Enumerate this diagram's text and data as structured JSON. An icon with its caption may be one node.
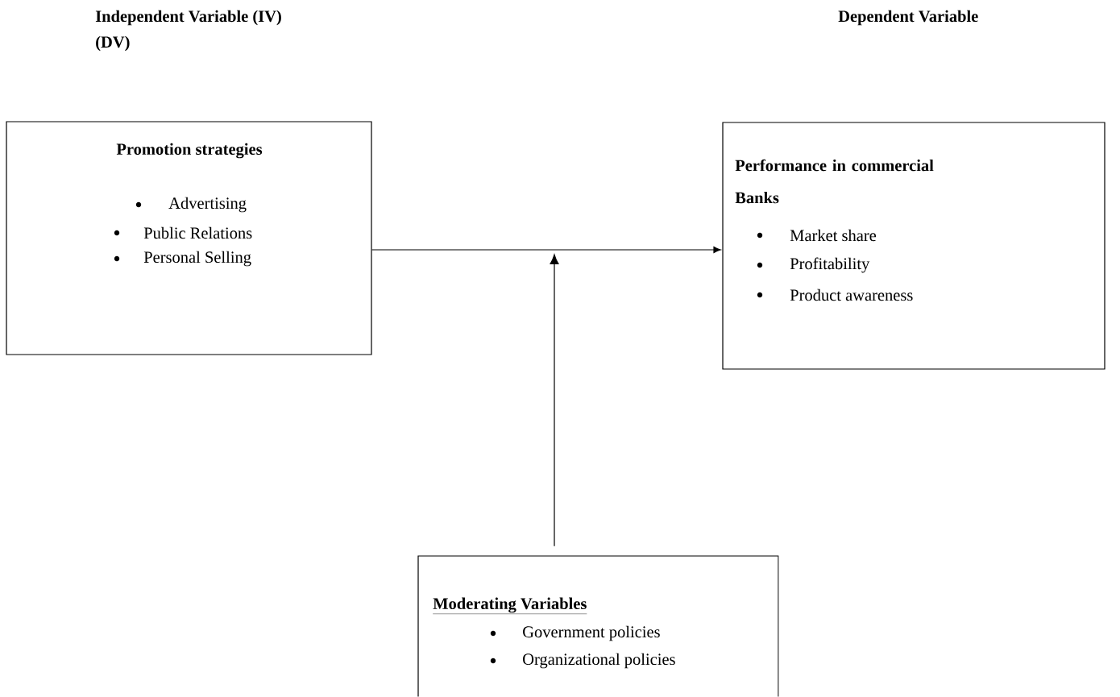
{
  "diagram": {
    "nodes": [
      {
        "text": [
          "Promotion strategies",
          "Advertising",
          "Public Relations",
          "Personal Selling"
        ]
      },
      {
        "text": [
          "Performance in commercial Banks",
          "Market share",
          "Profitability",
          "Product awareness"
        ]
      },
      {
        "text": [
          "Moderating Variables",
          "Government policies",
          "Organizational policies"
        ]
      }
    ],
    "edges": [
      {
        "from": 0,
        "to": 1,
        "arrow": "to"
      },
      {
        "from": 2,
        "to": null,
        "arrow": "to"
      }
    ],
    "labels": [
      "Independent Variable (IV)",
      "Dependent Variable",
      "(DV)"
    ]
  }
}
